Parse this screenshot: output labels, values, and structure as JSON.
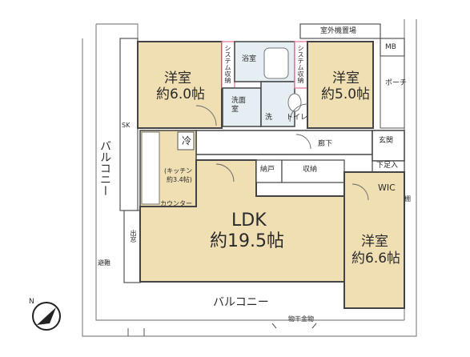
{
  "colors": {
    "room_fill": "#f1dfb4",
    "wet_fill": "#e5eef3",
    "wall": "#4a4a4a",
    "outline": "#888888",
    "storage_outline": "#e07a9a"
  },
  "labels": {
    "outdoor_unit": "室外機置場",
    "mb": "MB",
    "porch": "ポーチ",
    "bedroom_nw_name": "洋室",
    "bedroom_nw_size": "約6.0帖",
    "bedroom_ne_name": "洋室",
    "bedroom_ne_size": "約5.0帖",
    "system_storage_left": "システム収納",
    "system_storage_right": "システム収納",
    "bath": "浴室",
    "washroom": "洗面室",
    "washer": "洗",
    "toilet": "トイレ",
    "sk": "SK",
    "fridge": "冷",
    "corridor": "廊下",
    "entrance": "玄関",
    "shoe_storage": "下足入",
    "wic": "WIC",
    "shelf": "棚",
    "kitchen": "(キッチン",
    "kitchen_size": "約3.4帖)",
    "pantry": "納戸",
    "storage": "収納",
    "counter": "カウンター",
    "ldk_name": "LDK",
    "ldk_size": "約19.5帖",
    "bedroom_se_name": "洋室",
    "bedroom_se_size": "約6.6帖",
    "balcony_west": "バルコニー",
    "balcony_south": "バルコニー",
    "bay_window": "出窓",
    "laundry_rail": "物干金物",
    "emergency_hatch": "避難",
    "compass": "N"
  }
}
